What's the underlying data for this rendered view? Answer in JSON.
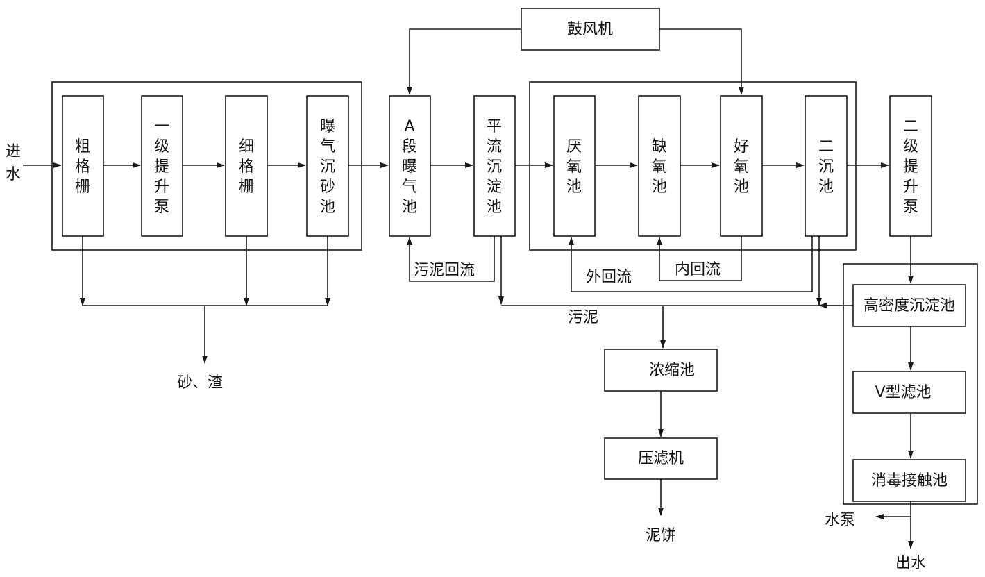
{
  "inlet": "进水",
  "outlet": "出水",
  "water_pump": "水泵",
  "blower": "鼓风机",
  "sand_slag": "砂、渣",
  "sludge": "污泥",
  "sludge_return": "污泥回流",
  "external_return": "外回流",
  "internal_return": "内回流",
  "sludge_cake": "泥饼",
  "units": {
    "coarse_screen": "粗格栅",
    "primary_lift_pump": "一级提升泵",
    "fine_screen": "细格栅",
    "aerated_grit": "曝气沉砂池",
    "a_stage": "A段曝气池",
    "horizontal_sed": "平流沉淀池",
    "anaerobic": "厌氧池",
    "anoxic": "缺氧池",
    "aerobic": "好氧池",
    "secondary_clarifier": "二沉池",
    "secondary_lift_pump": "二级提升泵",
    "thickener": "浓缩池",
    "filter_press": "压滤机",
    "high_density": "高密度沉淀池",
    "v_filter": "V型滤池",
    "disinfection": "消毒接触池"
  }
}
